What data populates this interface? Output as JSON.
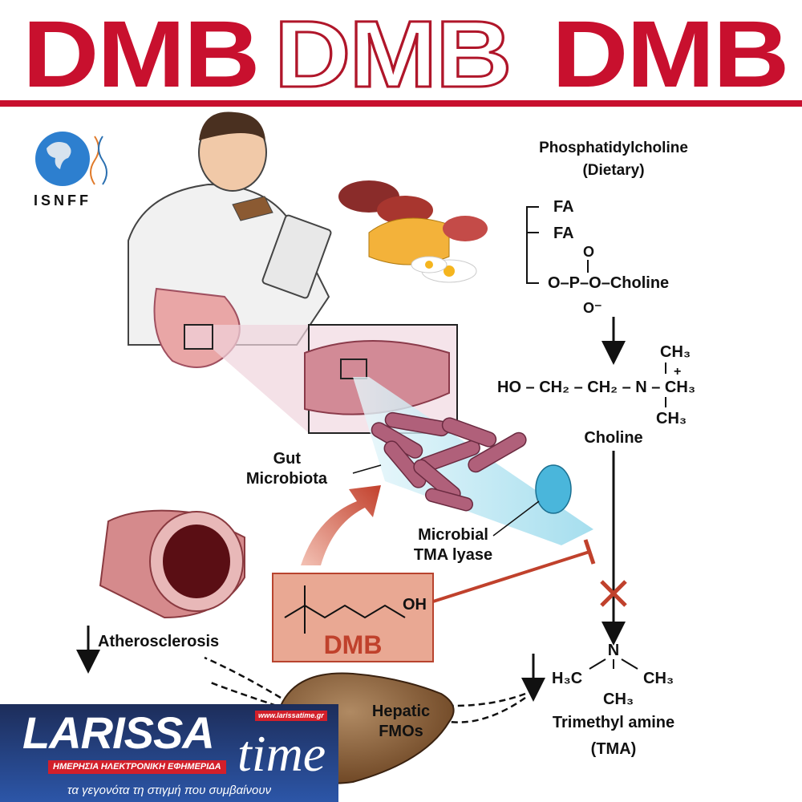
{
  "header": {
    "title_left": "DMB",
    "title_center": "DMB",
    "title_right": "DMB"
  },
  "isnff_logo": {
    "text": "ISNFF"
  },
  "chemistry": {
    "phosphatidylcholine": "Phosphatidylcholine",
    "dietary": "(Dietary)",
    "fa1": "FA",
    "fa2": "FA",
    "o_double": "O",
    "phosphate_chain": "O–P–O–Choline",
    "o_minus": "O⁻",
    "choline_formula": "HO – CH₂ – CH₂ – N – CH₃",
    "ch3_top": "CH₃",
    "ch3_bottom": "CH₃",
    "plus": "+",
    "choline": "Choline",
    "tma_n": "N",
    "tma_h3c": "H₃C",
    "tma_ch3_right": "CH₃",
    "tma_ch3_bottom": "CH₃",
    "tma_name": "Trimethyl amine",
    "tma_abbr": "(TMA)"
  },
  "labels": {
    "gut_line1": "Gut",
    "gut_line2": "Microbiota",
    "lyase_line1": "Microbial",
    "lyase_line2": "TMA lyase",
    "atherosclerosis": "Atherosclerosis",
    "hepatic_line1": "Hepatic",
    "hepatic_line2": "FMOs",
    "dmb": "DMB",
    "oh": "OH"
  },
  "colors": {
    "brand_red": "#c8102e",
    "dmb_box": "#e9a893",
    "inhibit": "#c0412c"
  },
  "footer_logo": {
    "brand": "LARISSA",
    "time": "time",
    "url": "www.larissatime.gr",
    "subtitle": "ΗΜΕΡΗΣΙΑ ΗΛΕΚΤΡΟΝΙΚΗ ΕΦΗΜΕΡΙΔΑ",
    "slogan": "τα γεγονότα τη στιγμή που συμβαίνουν"
  }
}
